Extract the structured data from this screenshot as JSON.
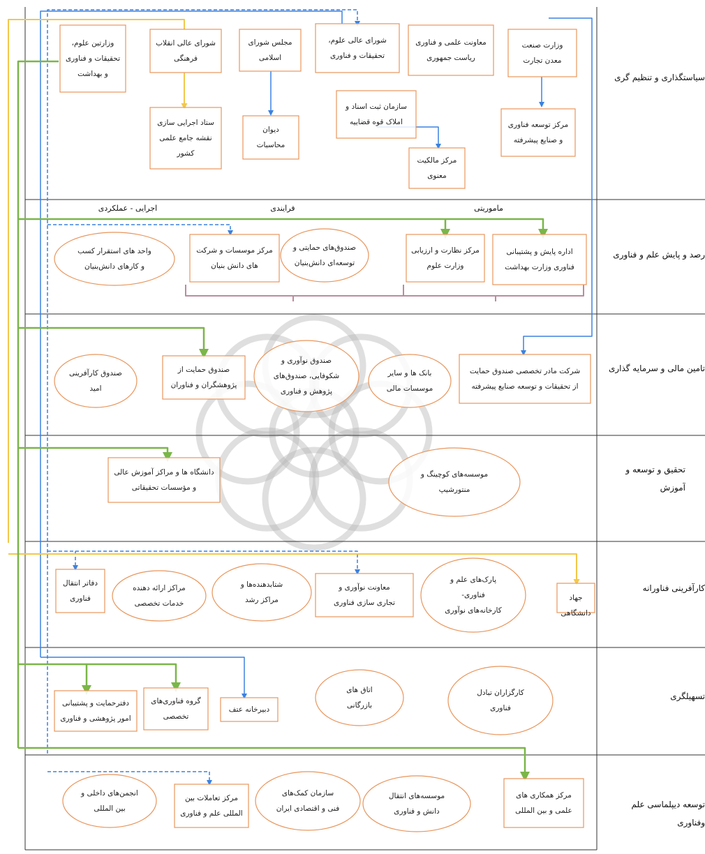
{
  "rows": [
    {
      "id": "policy",
      "label": "سیاستگذاری و تنظیم گری"
    },
    {
      "id": "monitoring",
      "label": "رصد و پایش علم و فناوری"
    },
    {
      "id": "finance",
      "label": "تامین مالی و سرمایه گذاری"
    },
    {
      "id": "research",
      "label": "تحقیق و توسعه و\nآموزش"
    },
    {
      "id": "entrepreneurship",
      "label": "کارآفرینی فناورانه"
    },
    {
      "id": "facilitation",
      "label": "تسهیلگری"
    },
    {
      "id": "diplomacy",
      "label": "توسعه دیپلماسی علم وفناوری"
    }
  ],
  "subheaders": {
    "executive": "اجرایی - عملکردی",
    "process": "فرایندی",
    "mission": "ماموریتی"
  },
  "nodes": [
    {
      "id": "n1",
      "shape": "rect",
      "text": "وزارت صنعت\nمعدن تجارت"
    },
    {
      "id": "n2",
      "shape": "rect",
      "text": "معاونت علمی و فناوری\nریاست جمهوری"
    },
    {
      "id": "n3",
      "shape": "rect",
      "text": "شورای عالی علوم،\nتحقیقات و فناوری"
    },
    {
      "id": "n4",
      "shape": "rect",
      "text": "مجلس شورای\nاسلامی"
    },
    {
      "id": "n5",
      "shape": "rect",
      "text": "شورای عالی انقلاب\nفرهنگی"
    },
    {
      "id": "n6",
      "shape": "rect",
      "text": "وزارتین علوم،\nتحقیقات و فناوری\nو بهداشت"
    },
    {
      "id": "n7",
      "shape": "rect",
      "text": "مرکز توسعه فناوری\nو صنایع پیشرفته"
    },
    {
      "id": "n8",
      "shape": "rect",
      "text": "سازمان ثبت اسناد و\nاملاک قوه قضاییه"
    },
    {
      "id": "n9",
      "shape": "rect",
      "text": "مرکز مالکیت\nمعنوی"
    },
    {
      "id": "n10",
      "shape": "rect",
      "text": "دیوان\nمحاسبات"
    },
    {
      "id": "n11",
      "shape": "rect",
      "text": "ستاد اجرایی سازی\nنقشه جامع علمی\nکشور"
    },
    {
      "id": "n12",
      "shape": "rect",
      "text": "اداره پایش و پشتیبانی\nفناوری وزارت بهداشت"
    },
    {
      "id": "n13",
      "shape": "rect",
      "text": "مرکز نظارت و ارزیابی\nوزارت علوم"
    },
    {
      "id": "n14",
      "shape": "ellipse",
      "text": "صندوق‌های حمایتی و\nتوسعه‌ای دانش‌بنیان"
    },
    {
      "id": "n15",
      "shape": "rect",
      "text": "مرکز موسسات و شرکت\nهای دانش بنیان"
    },
    {
      "id": "n16",
      "shape": "ellipse",
      "text": "واحد های استقرار کسب\nو کارهای دانش‌بنیان"
    },
    {
      "id": "n17",
      "shape": "rect",
      "text": "شرکت مادر تخصصی صندوق حمایت\nاز تحقیقات و توسعه صنایع پیشرفته"
    },
    {
      "id": "n18",
      "shape": "ellipse",
      "text": "بانک ها و سایر\nموسسات مالی"
    },
    {
      "id": "n19",
      "shape": "ellipse",
      "text": "صندوق نوآوری و\nشکوفایی، صندوق‌های\nپژوهش و فناوری"
    },
    {
      "id": "n20",
      "shape": "rect",
      "text": "صندوق حمایت از\nپژوهشگران و فناوران"
    },
    {
      "id": "n21",
      "shape": "ellipse",
      "text": "صندوق کارآفرینی\nامید"
    },
    {
      "id": "n22",
      "shape": "ellipse",
      "text": "موسسه‌های کوچینگ و\nمنتورشیپ"
    },
    {
      "id": "n23",
      "shape": "rect",
      "text": "دانشگاه ها و مراکز آموزش عالی\nو مؤسسات تحقیقاتی"
    },
    {
      "id": "n24",
      "shape": "rect",
      "text": "جهاد دانشگاهی"
    },
    {
      "id": "n25",
      "shape": "ellipse",
      "text": "پارک‌های علم و\nفناوری-\nکارخانه‌های نوآوری"
    },
    {
      "id": "n26",
      "shape": "rect",
      "text": "معاونت نوآوری و\nتجاری سازی فناوری"
    },
    {
      "id": "n27",
      "shape": "ellipse",
      "text": "شتابدهنده‌ها و\nمراکز رشد"
    },
    {
      "id": "n28",
      "shape": "ellipse",
      "text": "مراکز ارائه دهنده\nخدمات تخصصی"
    },
    {
      "id": "n29",
      "shape": "rect",
      "text": "دفاتر انتقال\nفناوری"
    },
    {
      "id": "n30",
      "shape": "ellipse",
      "text": "کارگزاران تبادل\nفناوری"
    },
    {
      "id": "n31",
      "shape": "ellipse",
      "text": "اتاق های\nبازرگانی"
    },
    {
      "id": "n32",
      "shape": "rect",
      "text": "دبیرخانه عتف"
    },
    {
      "id": "n33",
      "shape": "rect",
      "text": "گروه فناوری‌های\nتخصصی"
    },
    {
      "id": "n34",
      "shape": "rect",
      "text": "دفترحمایت و پشتیبانی\nامور پژوهشی و فناوری"
    },
    {
      "id": "n35",
      "shape": "rect",
      "text": "مرکز همکاری های\nعلمی و بین المللی"
    },
    {
      "id": "n36",
      "shape": "ellipse",
      "text": "موسسه‌های انتقال\nدانش و فناوری"
    },
    {
      "id": "n37",
      "shape": "ellipse",
      "text": "سازمان کمک‌های\nفنی و اقتصادی ایران"
    },
    {
      "id": "n38",
      "shape": "rect",
      "text": "مرکز تعاملات بین\nالمللی علم و فناوری"
    },
    {
      "id": "n39",
      "shape": "ellipse",
      "text": "انجمن‌های داخلی و\nبین المللی"
    }
  ],
  "colors": {
    "border": "#e8955c",
    "grid": "#333333",
    "green": "#7ab648",
    "blue": "#3b82e0",
    "yellow": "#f2c84b",
    "mauve": "#b88ca0",
    "watermark": "#b8b8b8"
  }
}
